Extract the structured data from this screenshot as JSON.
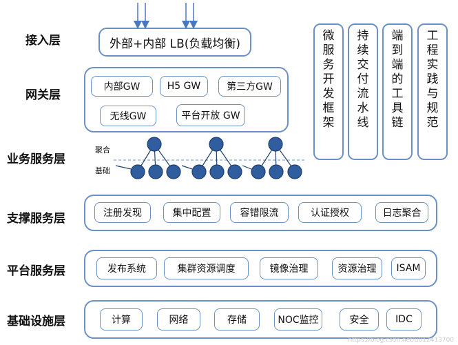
{
  "layers": {
    "access": "接入层",
    "gateway": "网关层",
    "business": "业务服务层",
    "support": "支撑服务层",
    "platform": "平台服务层",
    "infra": "基础设施层"
  },
  "access": {
    "lb": "外部+内部 LB(负载均衡)"
  },
  "gateway": {
    "items": [
      "内部GW",
      "H5 GW",
      "第三方GW",
      "无线GW",
      "平台开放 GW"
    ]
  },
  "business": {
    "aggregate_label": "聚合",
    "base_label": "基础"
  },
  "support": {
    "items": [
      "注册发现",
      "集中配置",
      "容错限流",
      "认证授权",
      "日志聚合"
    ]
  },
  "platform": {
    "items": [
      "发布系统",
      "集群资源调度",
      "镜像治理",
      "资源治理",
      "ISAM"
    ]
  },
  "infra": {
    "items": [
      "计算",
      "网络",
      "存储",
      "NOC监控",
      "安全",
      "IDC"
    ]
  },
  "side_panels": [
    [
      "微",
      "服",
      "务",
      "开",
      "发",
      "框",
      "架"
    ],
    [
      "持",
      "续",
      "交",
      "付",
      "流",
      "水",
      "线"
    ],
    [
      "端",
      "到",
      "端",
      "的",
      "工",
      "具",
      "链"
    ],
    [
      "工",
      "程",
      "实",
      "践",
      "与",
      "规",
      "范"
    ]
  ],
  "watermark": "https://blog.csdn.net/u012413700",
  "colors": {
    "border": "#6b90c6",
    "node_fill": "#2f5d9e",
    "node_stroke": "#1f3f70",
    "arrow": "#4a78c0"
  }
}
